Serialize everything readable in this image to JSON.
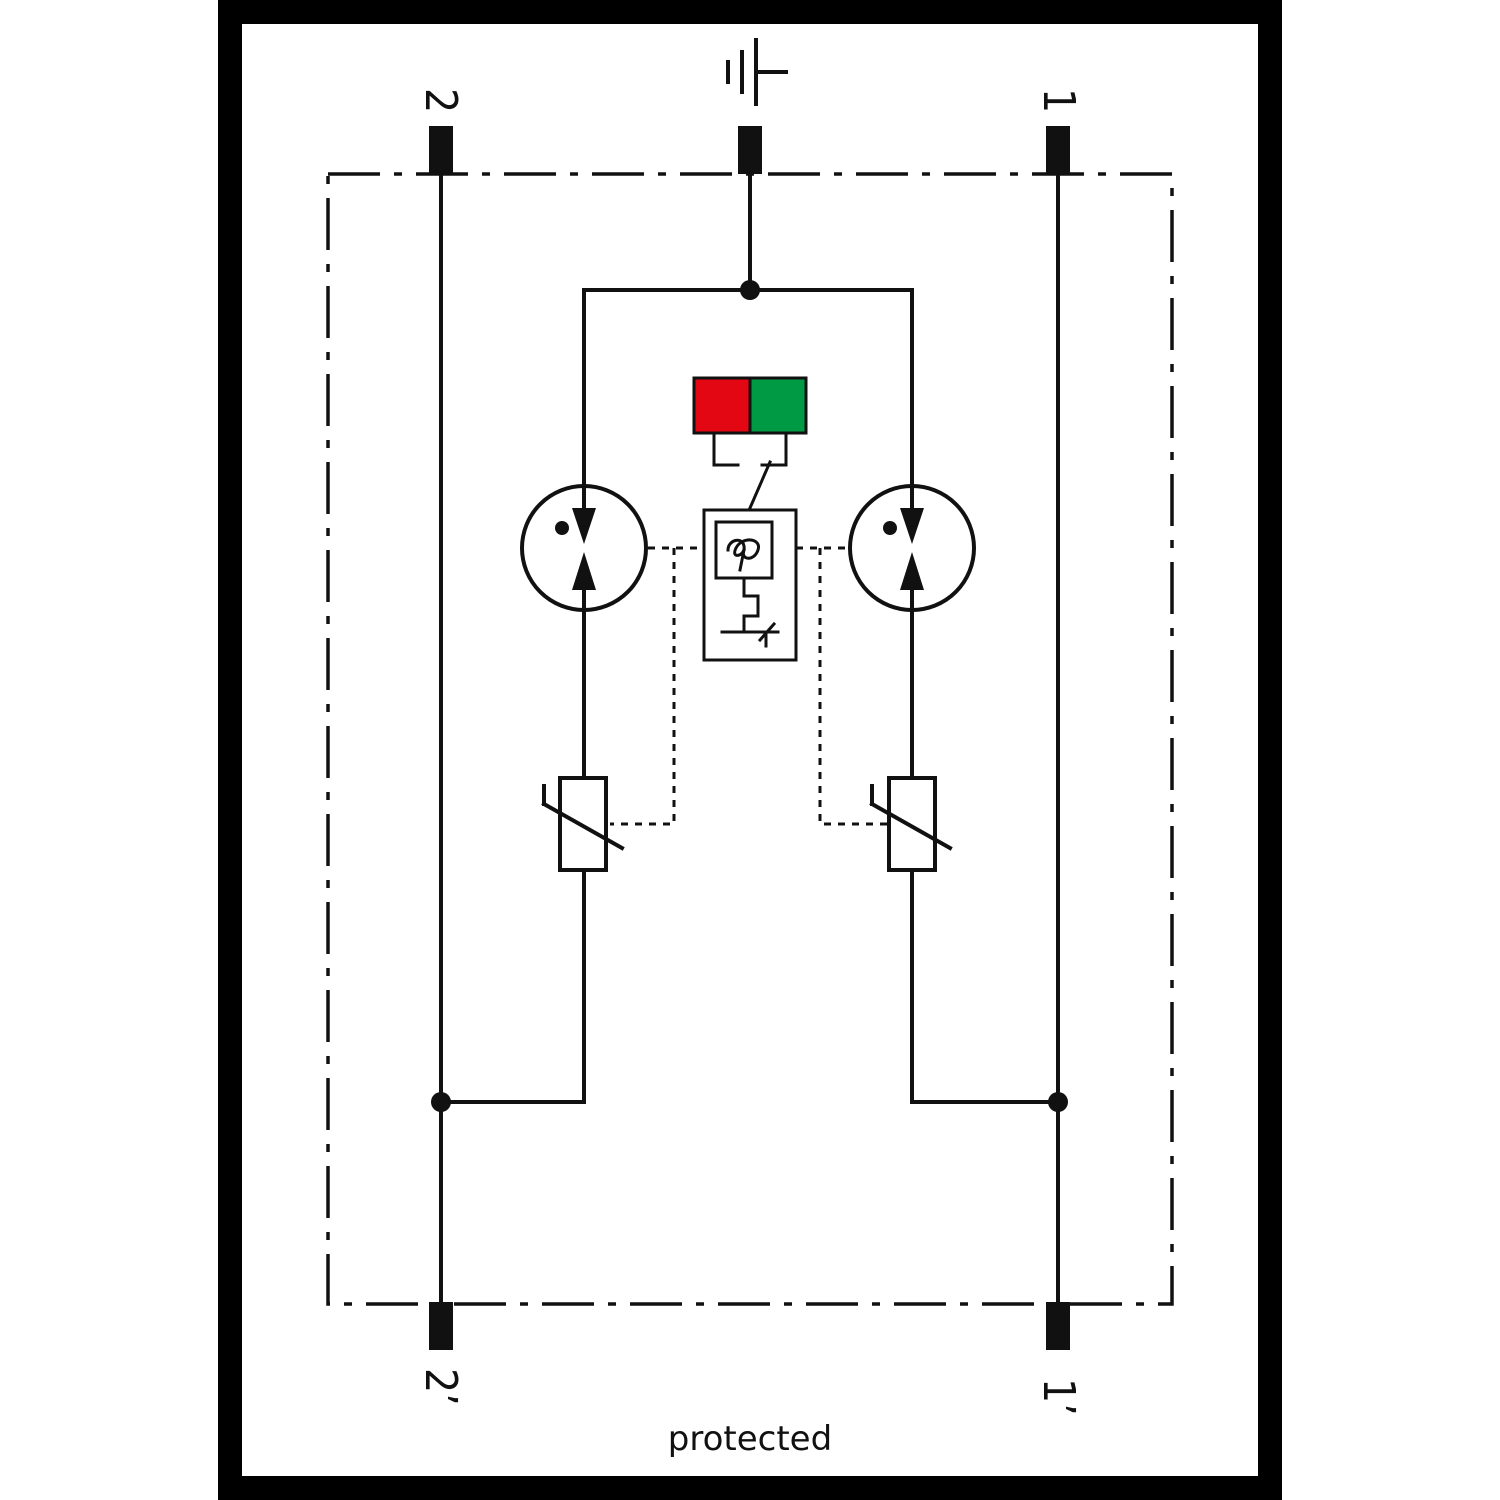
{
  "terminals": {
    "top_left": "2",
    "top_right": "1",
    "bottom_left": "2’",
    "bottom_right": "1’",
    "top_center_symbol": "earth-ground-icon"
  },
  "caption": "protected",
  "colors": {
    "frame": "#000000",
    "line": "#111111",
    "indicator_red": "#e30613",
    "indicator_green": "#009a44"
  }
}
